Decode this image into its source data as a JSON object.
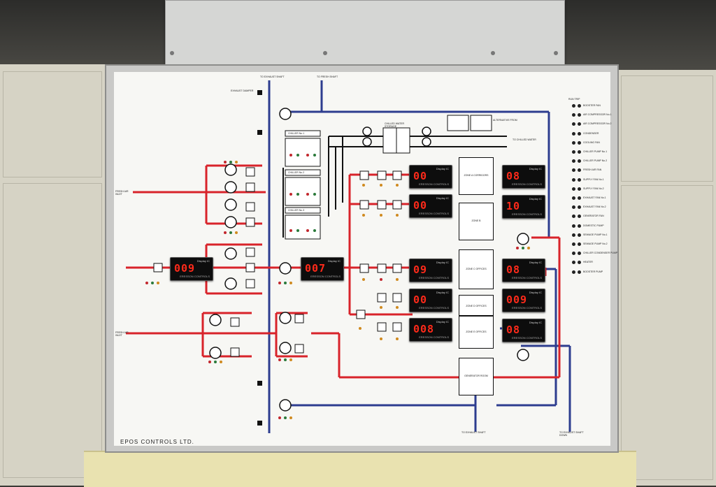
{
  "panel": {
    "brand": "EPOS CONTROLS LTD.",
    "display_title": "Display IC",
    "display_brand": "ERESSON CONTROLS"
  },
  "displays": [
    {
      "id": "d-fresh-air",
      "value": "009"
    },
    {
      "id": "d-main-supply",
      "value": "007"
    },
    {
      "id": "d-zone-a-in",
      "value": "00"
    },
    {
      "id": "d-zone-b-in",
      "value": "00"
    },
    {
      "id": "d-zone-c-in",
      "value": "09"
    },
    {
      "id": "d-zone-d-in",
      "value": "00"
    },
    {
      "id": "d-zone-e-in",
      "value": "008"
    },
    {
      "id": "d-zone-a-out",
      "value": "08"
    },
    {
      "id": "d-zone-b-out",
      "value": "10"
    },
    {
      "id": "d-zone-c-out",
      "value": "08"
    },
    {
      "id": "d-zone-d-out",
      "value": "009"
    },
    {
      "id": "d-zone-e-out",
      "value": "08"
    }
  ],
  "zones": [
    {
      "id": "zone-a",
      "label": "ZONE A CORRIDORS"
    },
    {
      "id": "zone-b",
      "label": "ZONE B"
    },
    {
      "id": "zone-c",
      "label": "ZONE C OFFICES"
    },
    {
      "id": "zone-d",
      "label": "ZONE D OFFICES"
    },
    {
      "id": "zone-e",
      "label": "ZONE E OFFICES"
    },
    {
      "id": "zone-gen",
      "label": "GENERATOR ROOM"
    }
  ],
  "labels": {
    "exhaust_shaft": "TO EXHAUST SHAFT",
    "fresh_shaft": "TO FRESH SHAFT",
    "chiller_water": "TO CHILLED WATER",
    "alternative": "ALTERNATIVE FROM",
    "exhaust_bottom": "TO EXHAUST SHAFT",
    "fresh_bottom": "TO EXHAUST SHAFT DOWN",
    "fresh_air_inlet": "FRESH AIR INLET",
    "fresh_air_main": "FRESH AIR INLET",
    "chiller_1": "CHILLER No.1",
    "chiller_2": "CHILLER No.2",
    "chiller_3": "CHILLER No.3",
    "chilled_tank": "CHILLED WATER STORAGE",
    "exhaust_damper": "EXHAUST DAMPER"
  },
  "legend": {
    "header": "RUN  TRIP",
    "items": [
      "BOOSTER FAN",
      "AIR COMPRESSOR No.1",
      "AIR COMPRESSOR No.2",
      "CONDENSER",
      "COOLING FAN",
      "CHILLER PUMP No.1",
      "CHILLER PUMP No.2",
      "FRESH AIR FAN",
      "SUPPLY FAN No.1",
      "SUPPLY FAN No.2",
      "EXHAUST FAN No.1",
      "EXHAUST FAN No.2",
      "GENERATOR FAN",
      "DOMESTIC PUMP",
      "SEWAGE PUMP No.1",
      "SEWAGE PUMP No.2",
      "CHILLER CONDENSER PUMP",
      "HEATER",
      "BOOSTER PUMP"
    ]
  },
  "colors": {
    "supply_line": "#d8232a",
    "return_line": "#2d3d8f",
    "panel_bg": "#f7f7f4",
    "led": "#ff2a1a"
  }
}
